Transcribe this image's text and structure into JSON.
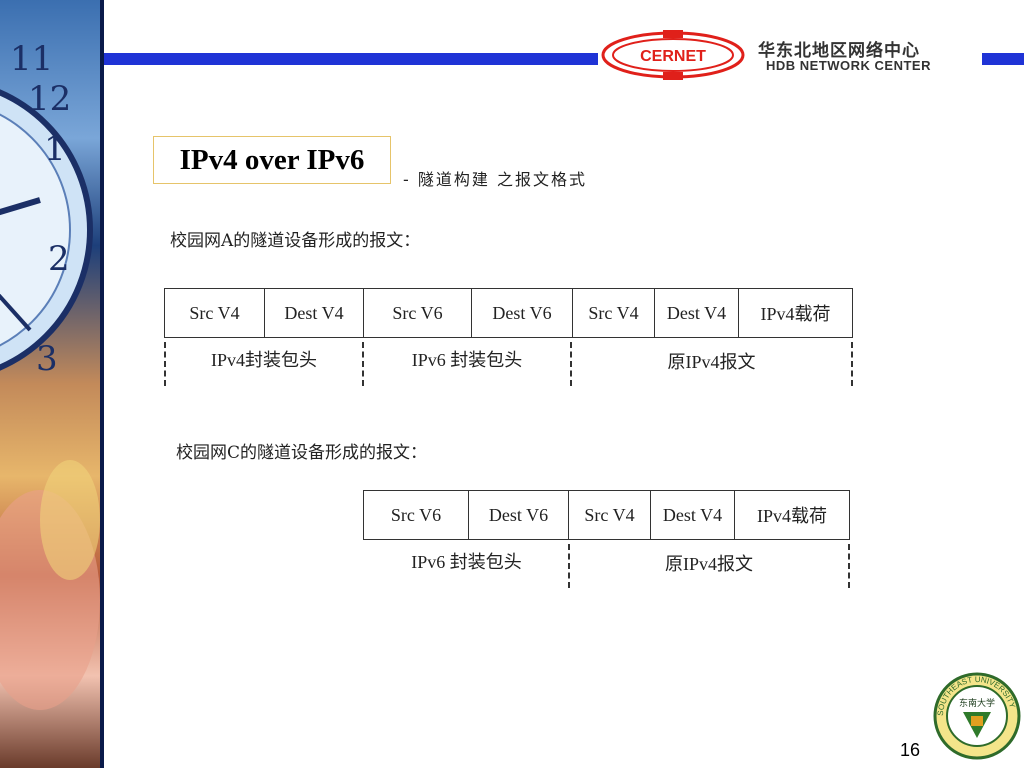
{
  "header": {
    "logo_text": "CERNET",
    "org_cn": "华东北地区网络中心",
    "org_en": "HDB NETWORK CENTER"
  },
  "slide": {
    "title": "IPv4 over IPv6",
    "subtitle": "- 隧道构建 之报文格式",
    "page_number": "16"
  },
  "diagram_a": {
    "caption": "校园网A的隧道设备形成的报文：",
    "fields": [
      "Src V4",
      "Dest V4",
      "Src V6",
      "Dest V6",
      "Src V4",
      "Dest V4",
      "IPv4载荷"
    ],
    "segments": [
      "IPv4封装包头",
      "IPv6 封装包头",
      "原IPv4报文"
    ]
  },
  "diagram_c": {
    "caption": "校园网C的隧道设备形成的报文：",
    "fields": [
      "Src V6",
      "Dest V6",
      "Src V4",
      "Dest V4",
      "IPv4载荷"
    ],
    "segments": [
      "IPv6 封装包头",
      "原IPv4报文"
    ]
  },
  "seal": {
    "text": "东南大学",
    "ring_text": "SOUTHEAST UNIVERSITY"
  }
}
